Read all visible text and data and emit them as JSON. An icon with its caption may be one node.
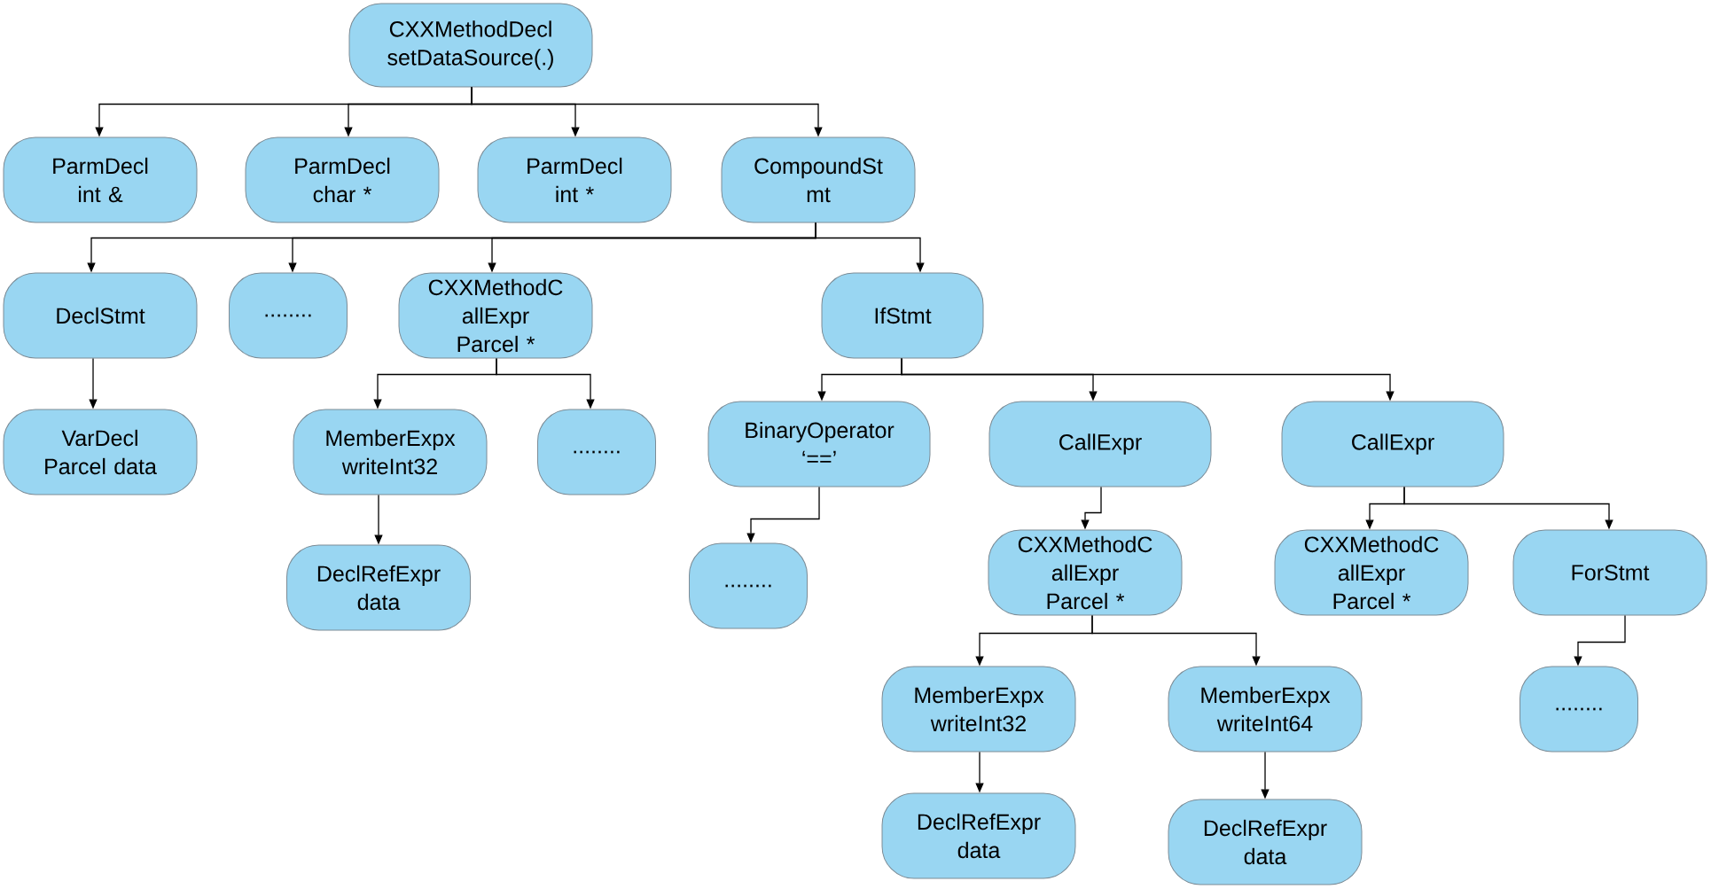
{
  "diagram": {
    "nodes": [
      {
        "text": [
          "CXXMethodDecl",
          "setDataSource(.)"
        ]
      },
      {
        "text": [
          "ParmDecl",
          "int &"
        ]
      },
      {
        "text": [
          "ParmDecl",
          "char *"
        ]
      },
      {
        "text": [
          "ParmDecl",
          "int *"
        ]
      },
      {
        "text": [
          "CompoundSt mt"
        ]
      },
      {
        "text": [
          "DeclStmt"
        ]
      },
      {
        "text": [
          "........"
        ]
      },
      {
        "text": [
          "CXXMethodC allExpr",
          "Parcel *"
        ]
      },
      {
        "text": [
          "IfStmt"
        ]
      },
      {
        "text": [
          "VarDecl",
          "Parcel data"
        ]
      },
      {
        "text": [
          "MemberExpx",
          "writeInt32"
        ]
      },
      {
        "text": [
          "........"
        ]
      },
      {
        "text": [
          "BinaryOperator",
          "‘==’"
        ]
      },
      {
        "text": [
          "CallExpr"
        ]
      },
      {
        "text": [
          "CallExpr"
        ]
      },
      {
        "text": [
          "DeclRefExpr",
          "data"
        ]
      },
      {
        "text": [
          "........"
        ]
      },
      {
        "text": [
          "CXXMethodC allExpr",
          "Parcel *"
        ]
      },
      {
        "text": [
          "CXXMethodC allExpr",
          "Parcel *"
        ]
      },
      {
        "text": [
          "ForStmt"
        ]
      },
      {
        "text": [
          "MemberExpx",
          "writeInt32"
        ]
      },
      {
        "text": [
          "MemberExpx",
          "writeInt64"
        ]
      },
      {
        "text": [
          "........"
        ]
      },
      {
        "text": [
          "DeclRefExpr",
          "data"
        ]
      },
      {
        "text": [
          "DeclRefExpr",
          "data"
        ]
      }
    ],
    "edges": [
      {
        "from": 0,
        "to": 1,
        "arrow": "to"
      },
      {
        "from": 0,
        "to": 2,
        "arrow": "to"
      },
      {
        "from": 0,
        "to": 3,
        "arrow": "to"
      },
      {
        "from": 0,
        "to": 4,
        "arrow": "to"
      },
      {
        "from": 4,
        "to": 5,
        "arrow": "to"
      },
      {
        "from": 4,
        "to": 6,
        "arrow": "to"
      },
      {
        "from": 4,
        "to": 7,
        "arrow": "to"
      },
      {
        "from": 4,
        "to": 8,
        "arrow": "to"
      },
      {
        "from": 5,
        "to": 9,
        "arrow": "to"
      },
      {
        "from": 7,
        "to": 10,
        "arrow": "to"
      },
      {
        "from": 7,
        "to": 11,
        "arrow": "to"
      },
      {
        "from": 10,
        "to": 15,
        "arrow": "to"
      },
      {
        "from": 8,
        "to": 12,
        "arrow": "to"
      },
      {
        "from": 8,
        "to": 13,
        "arrow": "to"
      },
      {
        "from": 8,
        "to": 14,
        "arrow": "to"
      },
      {
        "from": 12,
        "to": 16,
        "arrow": "to"
      },
      {
        "from": 13,
        "to": 17,
        "arrow": "to"
      },
      {
        "from": 14,
        "to": 18,
        "arrow": "to"
      },
      {
        "from": 14,
        "to": 19,
        "arrow": "to"
      },
      {
        "from": 17,
        "to": 20,
        "arrow": "to"
      },
      {
        "from": 17,
        "to": 21,
        "arrow": "to"
      },
      {
        "from": 19,
        "to": 22,
        "arrow": "to"
      },
      {
        "from": 20,
        "to": 23,
        "arrow": "to"
      },
      {
        "from": 21,
        "to": 24,
        "arrow": "to"
      }
    ]
  }
}
